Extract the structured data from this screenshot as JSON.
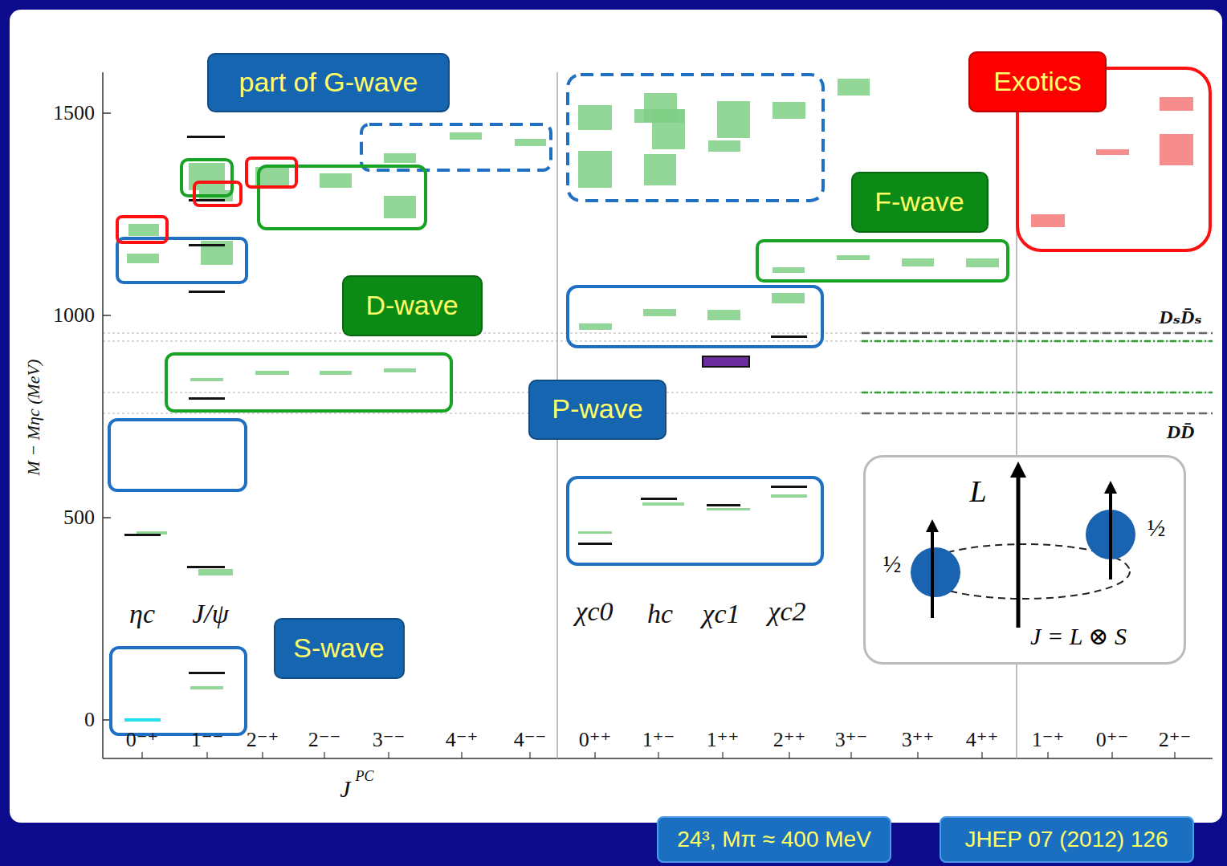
{
  "diagram": {
    "nodes": [
      {
        "text": [
          "part of G-wave"
        ]
      },
      {
        "text": [
          "Exotics"
        ]
      },
      {
        "text": [
          "F-wave"
        ]
      },
      {
        "text": [
          "D-wave"
        ]
      },
      {
        "text": [
          "P-wave"
        ]
      },
      {
        "text": [
          "L",
          "½",
          "½",
          "J = L ⊗ S"
        ]
      },
      {
        "text": [
          "S-wave"
        ]
      },
      {
        "text": [
          "24³, Mπ ≈ 400 MeV"
        ]
      },
      {
        "text": [
          "JHEP 07 (2012) 126"
        ]
      }
    ],
    "labels": [
      "1500",
      "1000",
      "500",
      "0",
      "M − Mηc (MeV)",
      "0⁻⁺",
      "1⁻⁻",
      "2⁻⁺",
      "2⁻⁻",
      "3⁻⁻",
      "4⁻⁺",
      "4⁻⁻",
      "0⁺⁺",
      "1⁺⁻",
      "1⁺⁺",
      "2⁺⁺",
      "3⁺⁻",
      "3⁺⁺",
      "4⁺⁺",
      "1⁻⁺",
      "0⁺⁻",
      "2⁺⁻",
      "J",
      "PC",
      "ηc",
      "J/ψ",
      "χc0",
      "hc",
      "χc1",
      "χc2",
      "DₛD̄ₛ",
      "DD̄"
    ]
  }
}
